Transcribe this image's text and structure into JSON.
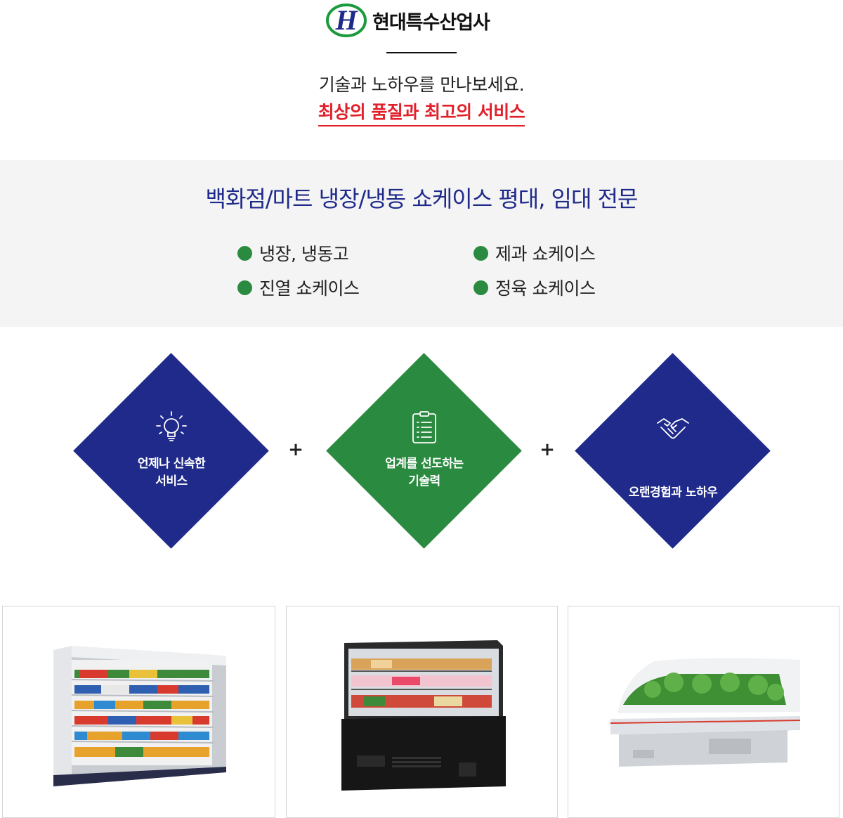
{
  "brand": {
    "name": "현대특수산업사",
    "colors": {
      "primary": "#1f2a8a",
      "secondary": "#2a8a3f",
      "accent": "#e0202b"
    }
  },
  "intro": {
    "tagline": "기술과 노하우를 만나보세요.",
    "highlight": "최상의 품질과 최고의 서비스"
  },
  "specialty": {
    "title": "백화점/마트 냉장/냉동 쇼케이스 평대, 임대 전문",
    "items": [
      "냉장, 냉동고",
      "제과 쇼케이스",
      "진열 쇼케이스",
      "정육 쇼케이스"
    ]
  },
  "features": {
    "items": [
      {
        "icon": "lightbulb-icon",
        "line1": "언제나 신속한",
        "line2": "서비스",
        "color": "#1f2a8a"
      },
      {
        "icon": "clipboard-icon",
        "line1": "업계를 선도하는",
        "line2": "기술력",
        "color": "#2a8a3f"
      },
      {
        "icon": "handshake-icon",
        "line1": "오랜경험과 노하우",
        "line2": "",
        "color": "#1f2a8a"
      }
    ],
    "separator": "+"
  },
  "products": [
    {
      "name": "open-multideck-refrigerator"
    },
    {
      "name": "bakery-showcase"
    },
    {
      "name": "produce-showcase"
    }
  ]
}
